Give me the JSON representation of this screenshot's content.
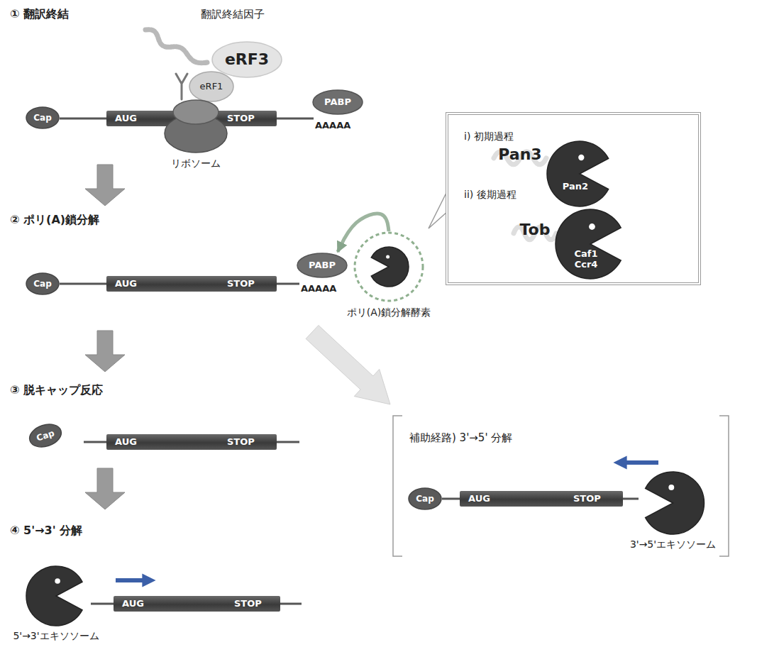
{
  "diagram": {
    "nodes": [
      {
        "text": [
          "eRF3"
        ]
      },
      {
        "text": [
          "eRF1"
        ]
      },
      {
        "text": [
          "PABP"
        ]
      },
      {
        "text": [
          "Cap"
        ]
      },
      {
        "text": [
          "AUG",
          "STOP"
        ]
      },
      {
        "text": [
          "リボソーム"
        ]
      },
      {
        "text": [
          "i) 初期過程",
          "ii) 後期過程"
        ]
      },
      {
        "text": [
          "Pan3"
        ],
        "in": 6
      },
      {
        "text": [
          "Pan2"
        ],
        "in": 6
      },
      {
        "text": [
          "Tob"
        ],
        "in": 6
      },
      {
        "text": [
          "Caf1 Ccr4"
        ],
        "in": 6
      },
      {
        "text": [
          "PABP"
        ]
      },
      {
        "text": [
          "Cap"
        ]
      },
      {
        "text": [
          "AUG",
          "STOP"
        ]
      },
      {
        "text": [
          "ポリ(A)鎖分解酵素"
        ]
      },
      {
        "text": [
          "Cap"
        ]
      },
      {
        "text": [
          "AUG",
          "STOP"
        ]
      },
      {
        "text": [
          "補助経路) 3'→5' 分解"
        ]
      },
      {
        "text": [
          "Cap"
        ],
        "in": 17
      },
      {
        "text": [
          "AUG",
          "STOP"
        ],
        "in": 17
      },
      {
        "text": [
          "3'→5'エキソソーム"
        ],
        "in": 17
      },
      {
        "text": [
          "5'→3'エキソソーム"
        ]
      },
      {
        "text": [
          "AUG",
          "STOP"
        ]
      }
    ],
    "edges": [
      {
        "from": 14,
        "to": 11,
        "arrow": "to"
      }
    ],
    "labels": [
      "① 翻訳終結",
      "翻訳終結因子",
      "AAAAA",
      "② ポリ(A)鎖分解",
      "AAAAA",
      "③ 脱キャップ反応",
      "④ 5'→3' 分解"
    ]
  }
}
